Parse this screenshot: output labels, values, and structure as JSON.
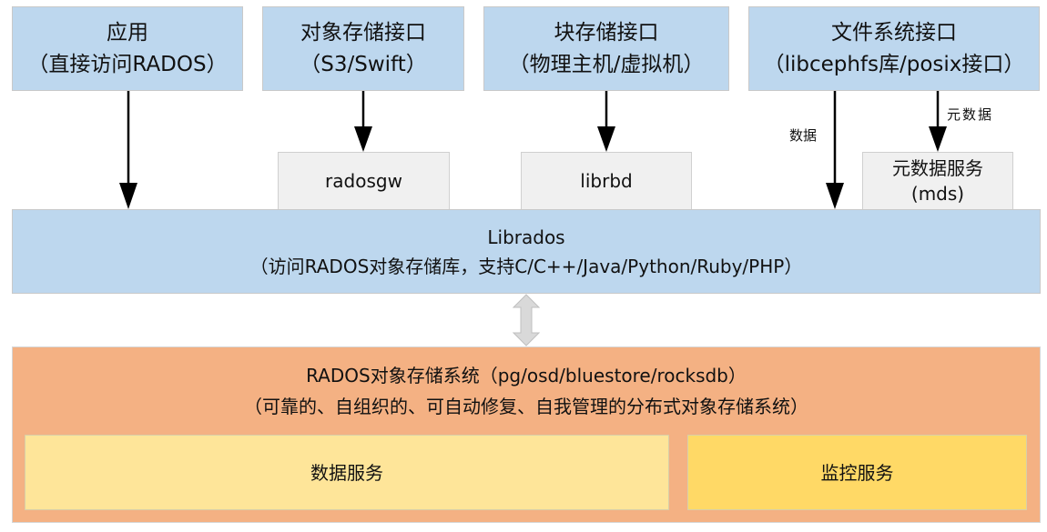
{
  "top_interfaces": [
    {
      "title": "应用",
      "subtitle": "（直接访问RADOS）"
    },
    {
      "title": "对象存储接口",
      "subtitle": "（S3/Swift）"
    },
    {
      "title": "块存储接口",
      "subtitle": "（物理主机/虚拟机）"
    },
    {
      "title": "文件系统接口",
      "subtitle": "（libcephfs库/posix接口）"
    }
  ],
  "middleware": {
    "radosgw": "radosgw",
    "librbd": "librbd",
    "mds_title": "元数据服务",
    "mds_subtitle": "(mds)"
  },
  "edge_labels": {
    "data": "数据",
    "metadata": "元数据"
  },
  "librados": {
    "title": "Librados",
    "subtitle": "（访问RADOS对象存储库，支持C/C++/Java/Python/Ruby/PHP）"
  },
  "rados": {
    "title": "RADOS对象存储系统（pg/osd/bluestore/rocksdb）",
    "subtitle": "（可靠的、自组织的、可自动修复、自我管理的分布式对象存储系统）",
    "data_service": "数据服务",
    "monitor_service": "监控服务"
  },
  "colors": {
    "interface_blue": "#bdd7ee",
    "middleware_gray": "#f0f0f0",
    "rados_orange": "#f4b183",
    "data_service_yellow": "#fee599",
    "monitor_service_yellow": "#ffd966",
    "bidirectional_arrow": "#d9d9d9"
  }
}
